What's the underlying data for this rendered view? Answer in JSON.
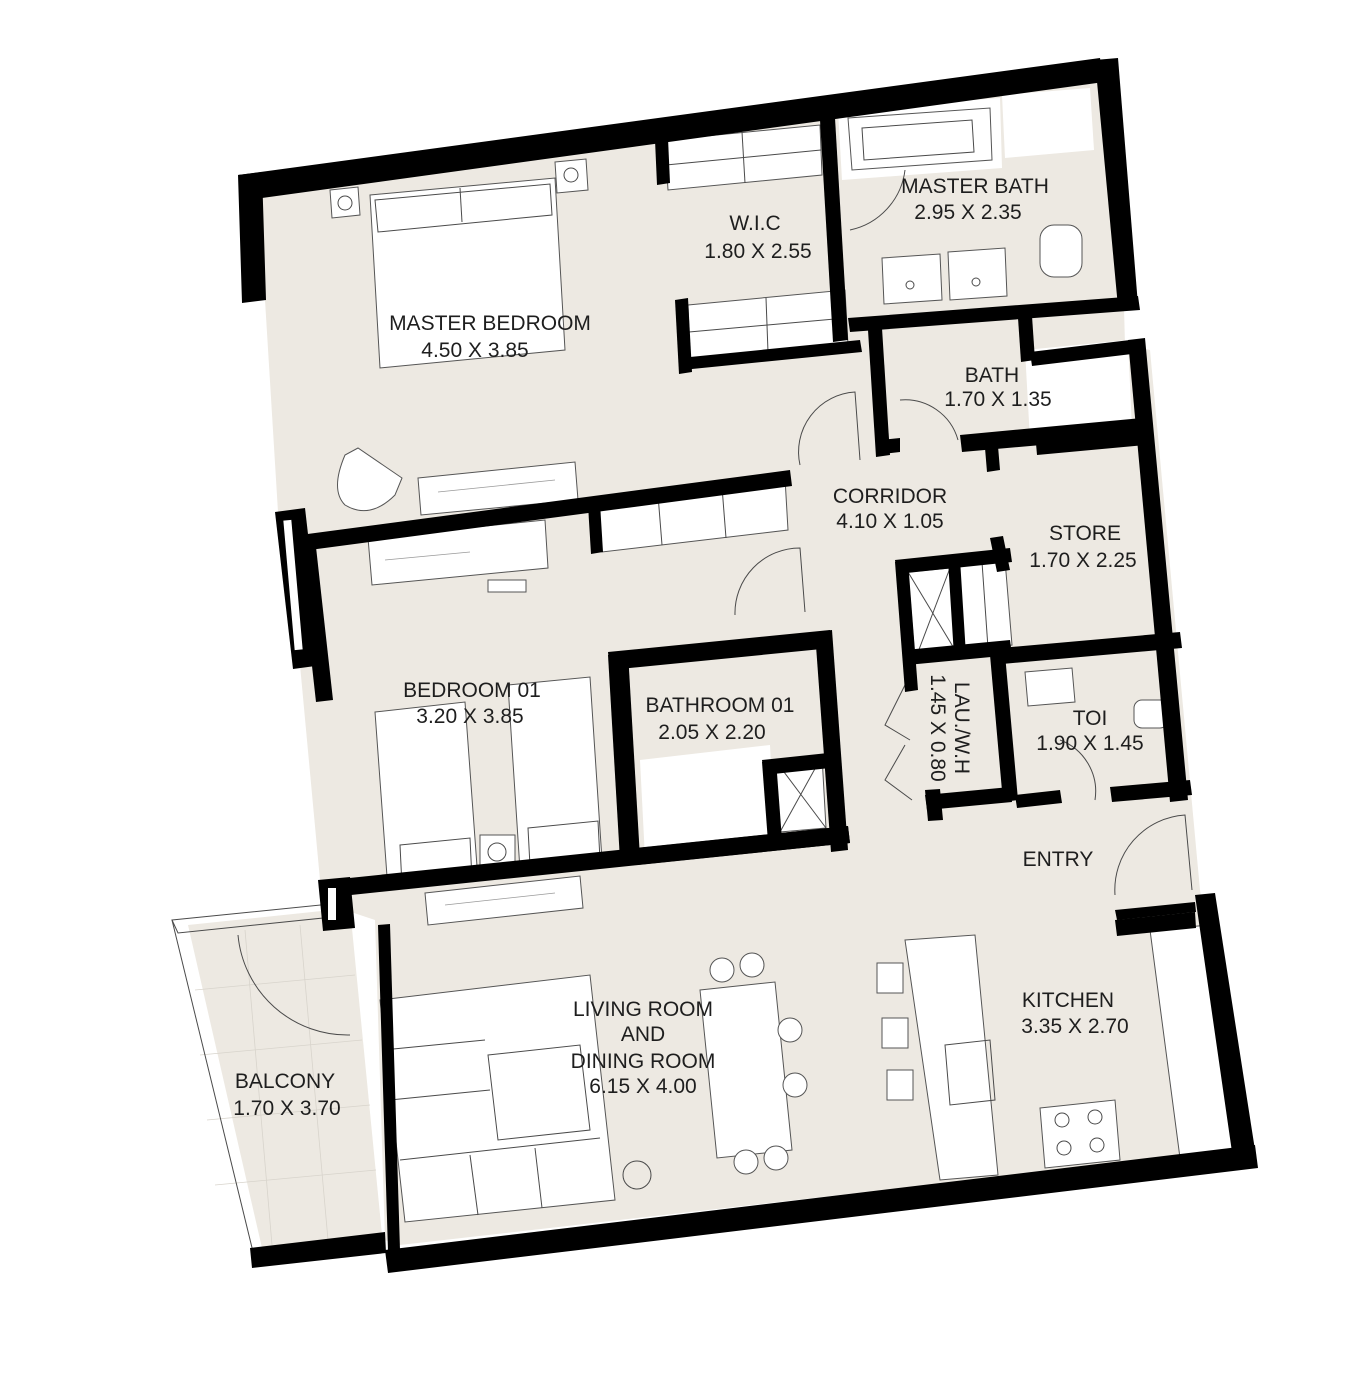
{
  "plan": {
    "colors": {
      "floor": "#ede9e2",
      "wall": "#000000",
      "fixture": "#ffffff",
      "background": "#ffffff"
    },
    "rooms": [
      {
        "id": "master-bedroom",
        "name": "MASTER BEDROOM",
        "size": "4.50 X 3.85"
      },
      {
        "id": "wic",
        "name": "W.I.C",
        "size": "1.80 X 2.55"
      },
      {
        "id": "master-bath",
        "name": "MASTER BATH",
        "size": "2.95 X 2.35"
      },
      {
        "id": "bath",
        "name": "BATH",
        "size": "1.70 X 1.35"
      },
      {
        "id": "corridor",
        "name": "CORRIDOR",
        "size": "4.10 X 1.05"
      },
      {
        "id": "store",
        "name": "STORE",
        "size": "1.70 X 2.25"
      },
      {
        "id": "bedroom-01",
        "name": "BEDROOM 01",
        "size": "3.20 X 3.85"
      },
      {
        "id": "bathroom-01",
        "name": "BATHROOM 01",
        "size": "2.05 X 2.20"
      },
      {
        "id": "lau-wh",
        "name": "LAU./W.H",
        "size": "1.45 X 0.80"
      },
      {
        "id": "toi",
        "name": "TOI",
        "size": "1.90 X 1.45"
      },
      {
        "id": "entry",
        "name": "ENTRY",
        "size": ""
      },
      {
        "id": "kitchen",
        "name": "KITCHEN",
        "size": "3.35 X 2.70"
      },
      {
        "id": "living-dining",
        "name": "LIVING ROOM",
        "name2": "AND",
        "name3": "DINING ROOM",
        "size": "6.15 X 4.00"
      },
      {
        "id": "balcony",
        "name": "BALCONY",
        "size": "1.70 X 3.70"
      }
    ]
  }
}
